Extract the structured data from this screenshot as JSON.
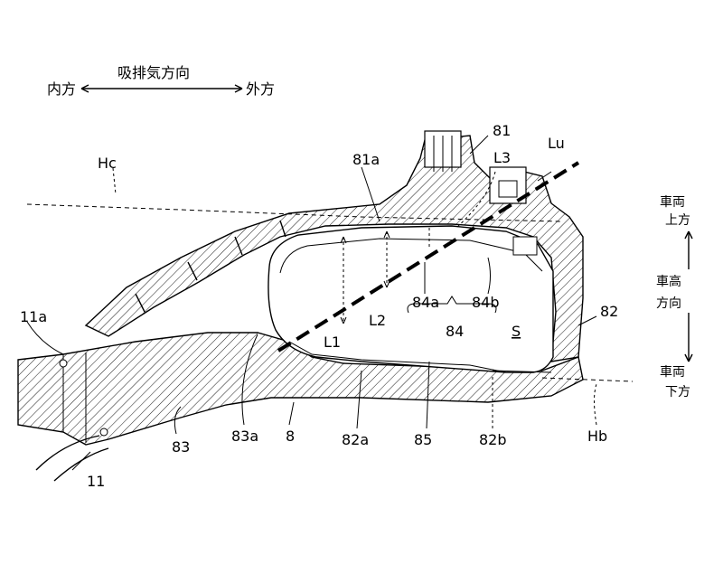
{
  "direction": {
    "title": "吸排気方向",
    "inward": "内方",
    "outward": "外方",
    "vertical_top": [
      "車両",
      "上方"
    ],
    "vertical_mid": [
      "車高",
      "方向"
    ],
    "vertical_bottom": [
      "車両",
      "下方"
    ]
  },
  "labels": {
    "l81": "81",
    "l81a": "81a",
    "lLu": "Lu",
    "lL3": "L3",
    "lHc": "Hc",
    "l11a": "11a",
    "l11": "11",
    "lL1": "L1",
    "lL2": "L2",
    "l84a": "84a",
    "l84b": "84b",
    "l84": "84",
    "lS": "S",
    "l82": "82",
    "l83": "83",
    "l83a": "83a",
    "l8": "8",
    "l82a": "82a",
    "l85": "85",
    "l82b": "82b",
    "lHb": "Hb"
  }
}
